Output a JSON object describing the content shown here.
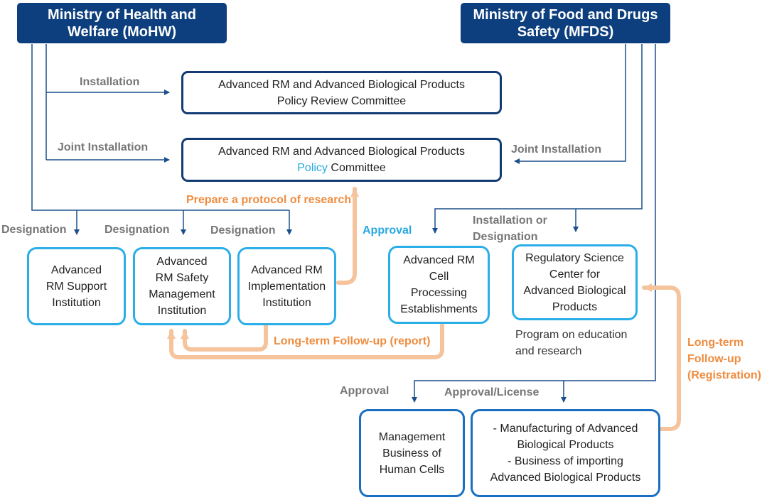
{
  "ministries": {
    "mohw": "Ministry of Health and\nWelfare (MoHW)",
    "mfds": "Ministry of Food and Drugs\nSafety (MFDS)"
  },
  "committees": {
    "review_line1": "Advanced RM and Advanced Biological Products",
    "review_line2": "Policy Review Committee",
    "policy_line1": "Advanced RM and Advanced Biological Products",
    "policy_word": "Policy",
    "policy_rest": " Committee"
  },
  "institutions": {
    "support": "Advanced\nRM Support\nInstitution",
    "safety": "Advanced\nRM Safety\nManagement\nInstitution",
    "implementation": "Advanced RM\nImplementation\nInstitution",
    "cell_processing": "Advanced RM\nCell\nProcessing\nEstablishments",
    "science_center": "Regulatory Science\nCenter for\nAdvanced Biological\nProducts",
    "human_cells": "Management\nBusiness of\nHuman Cells",
    "manufacturing": "- Manufacturing of Advanced\nBiological Products\n- Business of importing\nAdvanced Biological Products"
  },
  "labels": {
    "installation": "Installation",
    "joint_installation_left": "Joint Installation",
    "joint_installation_right": "Joint Installation",
    "designation_1": "Designation",
    "designation_2": "Designation",
    "designation_3": "Designation",
    "installation_or_designation": "Installation or\nDesignation",
    "approval_cyan": "Approval",
    "approval_gray": "Approval",
    "approval_license": "Approval/License",
    "prepare_protocol": "Prepare a protocol of research",
    "follow_up_report": "Long-term Follow-up (report)",
    "follow_up_registration": "Long-term\nFollow-up\n(Registration)",
    "program": "Program on education\nand research"
  },
  "colors": {
    "header_navy": "#0d3f7e",
    "connector_navy": "#1b4f8c",
    "box_dark_border": "#123b73",
    "box_light_border": "#2aaee8",
    "orange_arrow": "#f5c49c",
    "orange_text": "#ef8c3f",
    "accent_cyan": "#27a9e1",
    "label_gray": "#777777"
  }
}
